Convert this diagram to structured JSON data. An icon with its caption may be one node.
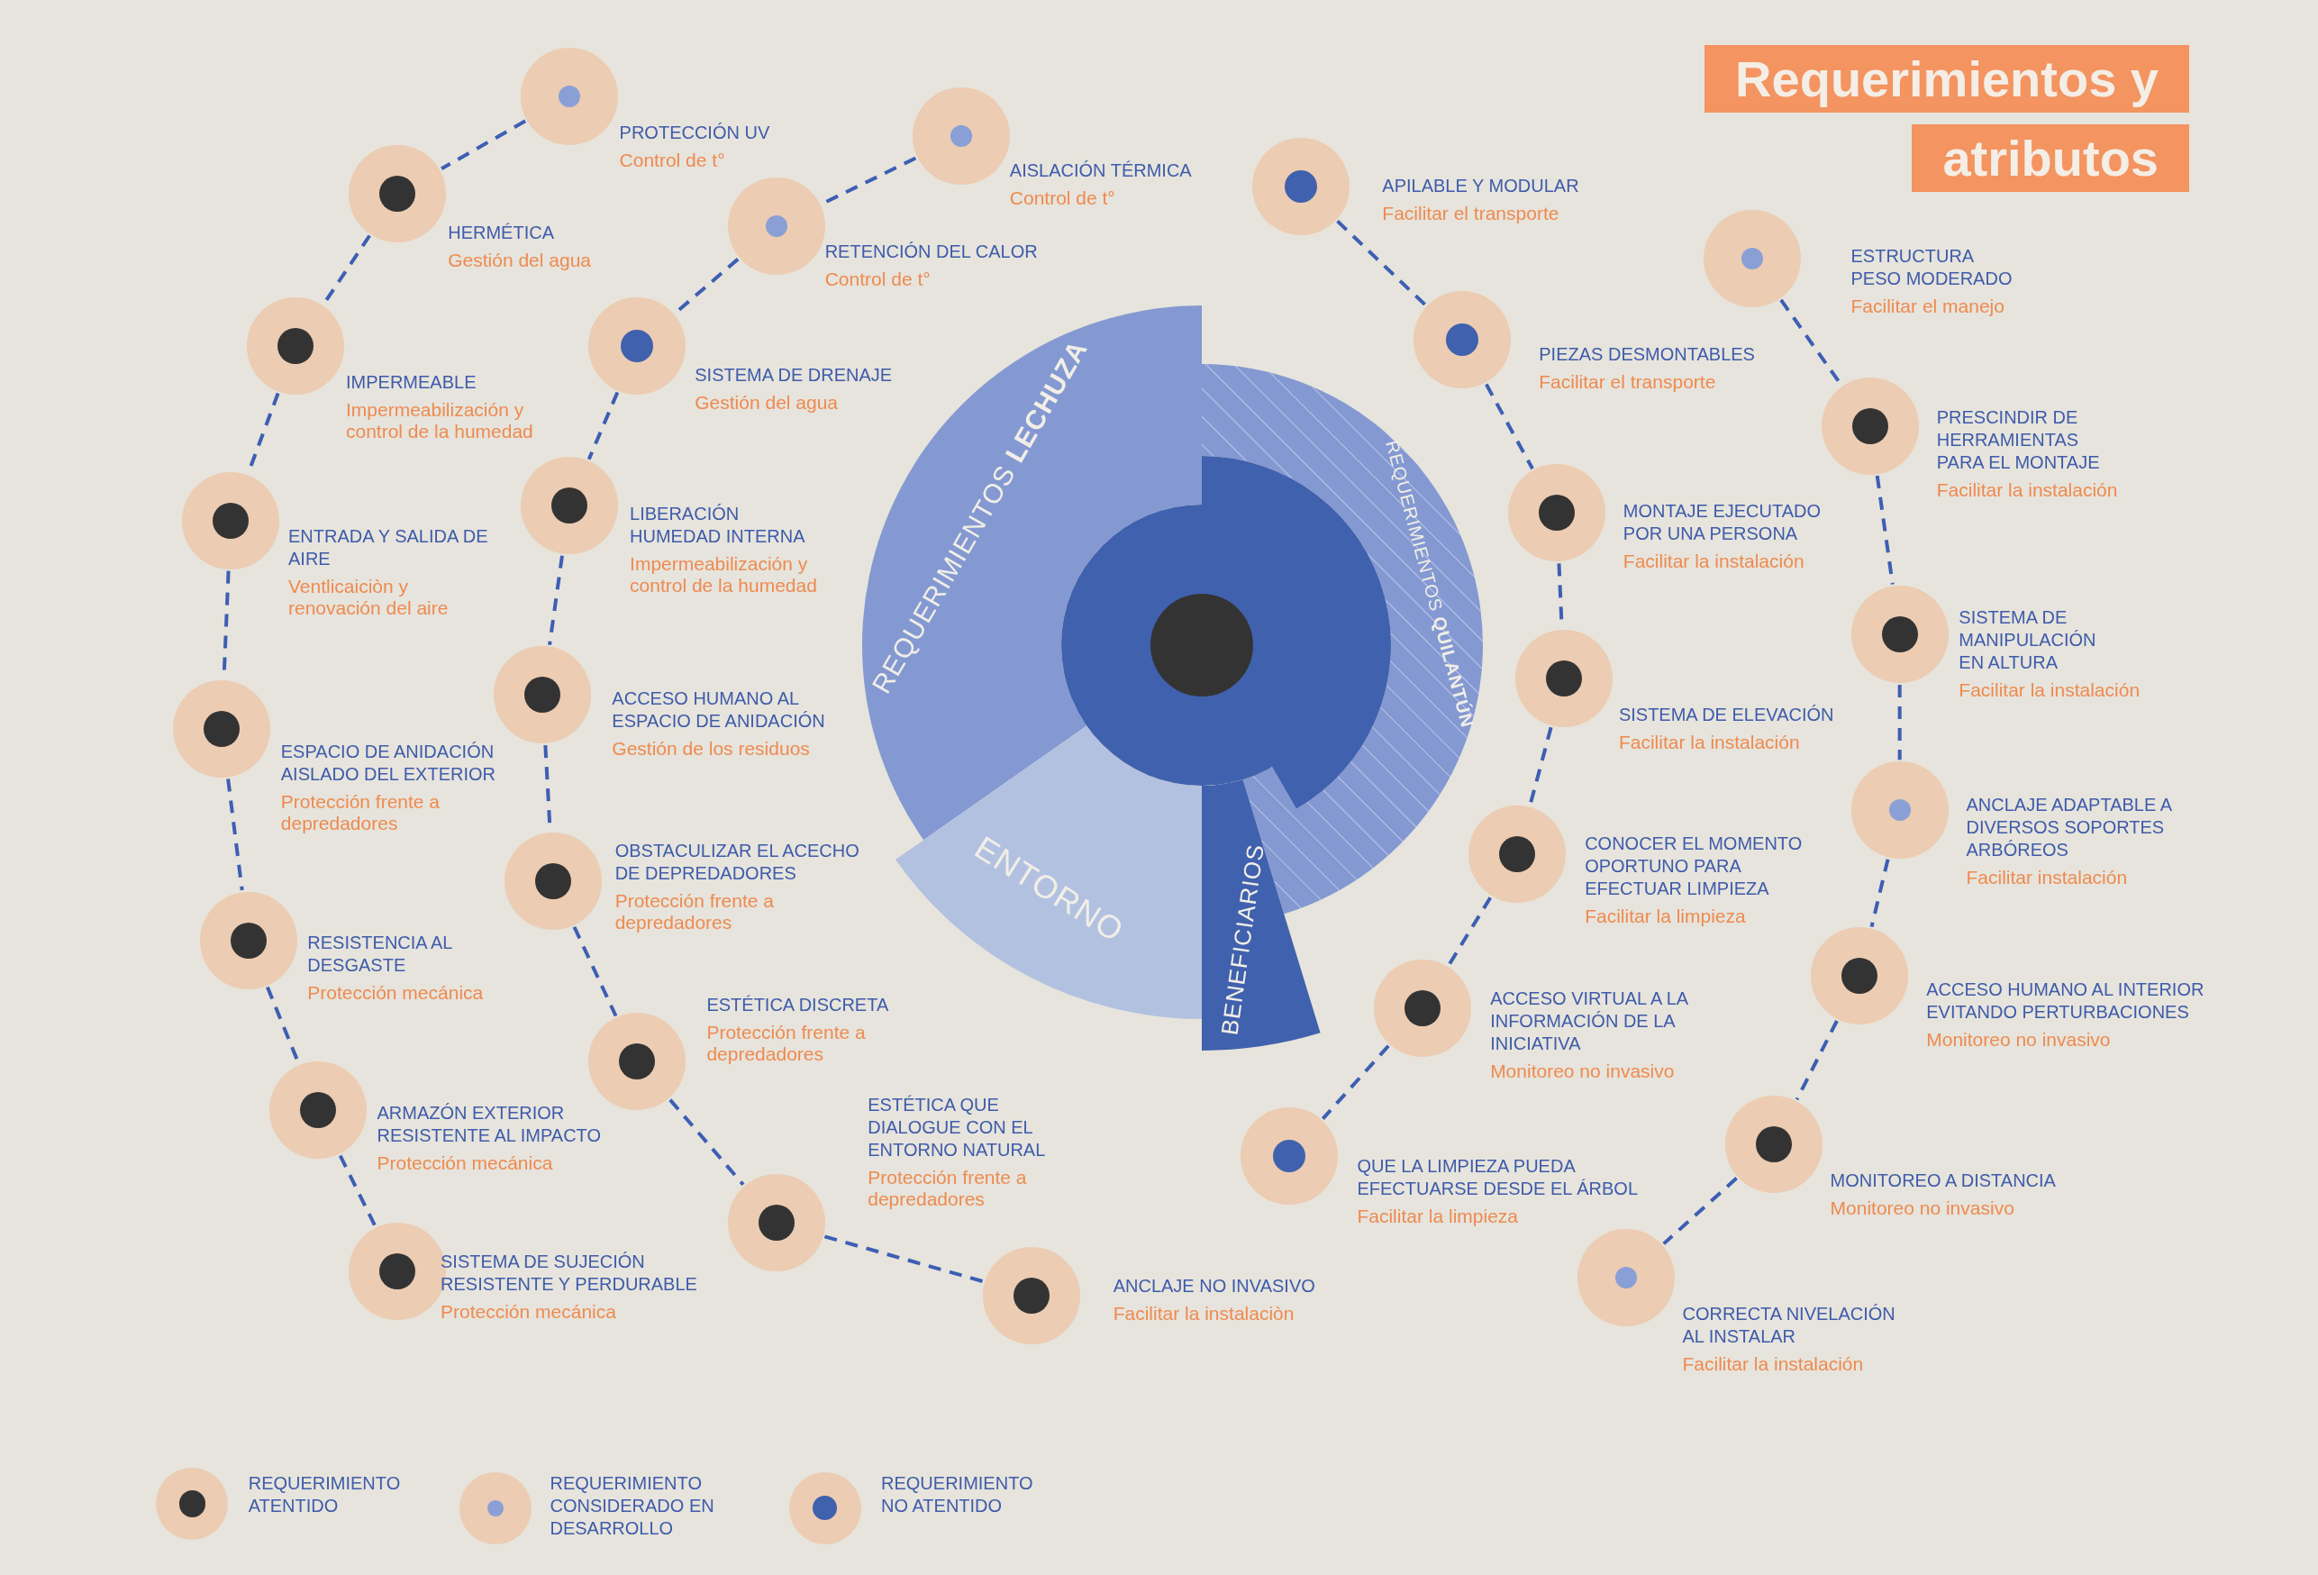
{
  "diagram": {
    "title": "Requerimientos y atributos",
    "nodes": [
      {
        "text": [],
        "shape": "circle",
        "beside": [
          "PROTECCIÓN UV",
          "Control de t°"
        ]
      },
      {
        "text": [],
        "shape": "circle",
        "beside": [
          "HERMÉTICA",
          "Gestión del agua"
        ]
      },
      {
        "text": [],
        "shape": "circle",
        "beside": [
          "IMPERMEABLE",
          "Impermeabilización y control de la humedad"
        ]
      },
      {
        "text": [],
        "shape": "circle",
        "beside": [
          "ENTRADA Y SALIDA DE AIRE",
          "Ventlicaiciòn y renovación del aire"
        ]
      },
      {
        "text": [],
        "shape": "circle",
        "beside": [
          "ESPACIO DE ANIDACIÓN AISLADO DEL EXTERIOR",
          "Protección frente a depredadores"
        ]
      },
      {
        "text": [],
        "shape": "circle",
        "beside": [
          "RESISTENCIA AL DESGASTE",
          "Protección mecánica"
        ]
      },
      {
        "text": [],
        "shape": "circle",
        "beside": [
          "ARMAZÓN EXTERIOR RESISTENTE AL IMPACTO",
          "Protección mecánica"
        ]
      },
      {
        "text": [],
        "shape": "circle",
        "beside": [
          "SISTEMA DE SUJECIÓN RESISTENTE Y PERDURABLE",
          "Protección mecánica"
        ]
      },
      {
        "text": [],
        "shape": "circle",
        "beside": [
          "AISLACIÓN TÉRMICA",
          "Control de t°"
        ]
      },
      {
        "text": [],
        "shape": "circle",
        "beside": [
          "RETENCIÓN DEL CALOR",
          "Control de t°"
        ]
      },
      {
        "text": [],
        "shape": "circle",
        "beside": [
          "SISTEMA DE DRENAJE",
          "Gestión del agua"
        ]
      },
      {
        "text": [],
        "shape": "circle",
        "beside": [
          "LIBERACIÓN HUMEDAD INTERNA",
          "Impermeabilización y control de la humedad"
        ]
      },
      {
        "text": [],
        "shape": "circle",
        "beside": [
          "ACCESO HUMANO AL ESPACIO DE ANIDACIÓN",
          "Gestión de los residuos"
        ]
      },
      {
        "text": [],
        "shape": "circle",
        "beside": [
          "OBSTACULIZAR EL ACECHO DE DEPREDADORES",
          "Protección frente a depredadores"
        ]
      },
      {
        "text": [],
        "shape": "circle",
        "beside": [
          "ESTÉTICA DISCRETA",
          "Protección frente a depredadores"
        ]
      },
      {
        "text": [],
        "shape": "circle",
        "beside": [
          "ESTÉTICA QUE DIALOGUE CON EL ENTORNO NATURAL",
          "Protección frente a depredadores"
        ]
      },
      {
        "text": [],
        "shape": "circle",
        "beside": [
          "ANCLAJE NO INVASIVO",
          "Facilitar la instalaciòn"
        ]
      },
      {
        "text": [],
        "shape": "circle",
        "beside": [
          "APILABLE Y MODULAR",
          "Facilitar el transporte"
        ]
      },
      {
        "text": [],
        "shape": "circle",
        "beside": [
          "PIEZAS DESMONTABLES",
          "Facilitar el transporte"
        ]
      },
      {
        "text": [],
        "shape": "circle",
        "beside": [
          "MONTAJE EJECUTADO POR UNA PERSONA",
          "Facilitar la instalación"
        ]
      },
      {
        "text": [],
        "shape": "circle",
        "beside": [
          "SISTEMA DE ELEVACIÓN",
          "Facilitar la instalación"
        ]
      },
      {
        "text": [],
        "shape": "circle",
        "beside": [
          "CONOCER EL MOMENTO OPORTUNO PARA EFECTUAR LIMPIEZA",
          "Facilitar la limpieza"
        ]
      },
      {
        "text": [],
        "shape": "circle",
        "beside": [
          "ACCESO VIRTUAL A LA INFORMACIÓN DE LA INICIATIVA",
          "Monitoreo no invasivo"
        ]
      },
      {
        "text": [],
        "shape": "circle",
        "beside": [
          "QUE LA LIMPIEZA PUEDA EFECTUARSE DESDE EL ÁRBOL",
          "Facilitar la limpieza"
        ]
      },
      {
        "text": [],
        "shape": "circle",
        "beside": [
          "ESTRUCTURA PESO MODERADO",
          "Facilitar el manejo"
        ]
      },
      {
        "text": [],
        "shape": "circle",
        "beside": [
          "PRESCINDIR DE HERRAMIENTAS PARA EL MONTAJE",
          "Facilitar la instalación"
        ]
      },
      {
        "text": [],
        "shape": "circle",
        "beside": [
          "SISTEMA DE MANIPULACIÓN EN ALTURA",
          "Facilitar la instalación"
        ]
      },
      {
        "text": [],
        "shape": "circle",
        "beside": [
          "ANCLAJE ADAPTABLE A DIVERSOS SOPORTES ARBÓREOS",
          "Facilitar instalación"
        ]
      },
      {
        "text": [],
        "shape": "circle",
        "beside": [
          "ACCESO HUMANO AL INTERIOR EVITANDO PERTURBACIONES",
          "Monitoreo no invasivo"
        ]
      },
      {
        "text": [],
        "shape": "circle",
        "beside": [
          "MONITOREO A DISTANCIA",
          "Monitoreo no invasivo"
        ]
      },
      {
        "text": [],
        "shape": "circle",
        "beside": [
          "CORRECTA NIVELACIÓN AL INSTALAR",
          "Facilitar la instalación"
        ]
      },
      {
        "text": [
          "REQUERIMIENTOS **LECHUZA**"
        ]
      },
      {
        "text": [
          "REQUERIMIENTOS **QUILANTÚN**"
        ]
      },
      {
        "text": [
          "ENTORNO"
        ]
      },
      {
        "text": [
          "BENEFICIARIOS"
        ]
      }
    ],
    "edges": [
      {
        "from": 0,
        "to": 1,
        "arrow": "none",
        "style": "dashed"
      },
      {
        "from": 1,
        "to": 2,
        "arrow": "none",
        "style": "dashed"
      },
      {
        "from": 2,
        "to": 3,
        "arrow": "none",
        "style": "dashed"
      },
      {
        "from": 3,
        "to": 4,
        "arrow": "none",
        "style": "dashed"
      },
      {
        "from": 4,
        "to": 5,
        "arrow": "none",
        "style": "dashed"
      },
      {
        "from": 5,
        "to": 6,
        "arrow": "none",
        "style": "dashed"
      },
      {
        "from": 6,
        "to": 7,
        "arrow": "none",
        "style": "dashed"
      },
      {
        "from": 8,
        "to": 9,
        "arrow": "none",
        "style": "dashed"
      },
      {
        "from": 9,
        "to": 10,
        "arrow": "none",
        "style": "dashed"
      },
      {
        "from": 10,
        "to": 11,
        "arrow": "none",
        "style": "dashed"
      },
      {
        "from": 11,
        "to": 12,
        "arrow": "none",
        "style": "dashed"
      },
      {
        "from": 12,
        "to": 13,
        "arrow": "none",
        "style": "dashed"
      },
      {
        "from": 13,
        "to": 14,
        "arrow": "none",
        "style": "dashed"
      },
      {
        "from": 14,
        "to": 15,
        "arrow": "none",
        "style": "dashed"
      },
      {
        "from": 15,
        "to": 16,
        "arrow": "none",
        "style": "dashed"
      },
      {
        "from": 17,
        "to": 18,
        "arrow": "none",
        "style": "dashed"
      },
      {
        "from": 18,
        "to": 19,
        "arrow": "none",
        "style": "dashed"
      },
      {
        "from": 19,
        "to": 20,
        "arrow": "none",
        "style": "dashed"
      },
      {
        "from": 20,
        "to": 21,
        "arrow": "none",
        "style": "dashed"
      },
      {
        "from": 21,
        "to": 22,
        "arrow": "none",
        "style": "dashed"
      },
      {
        "from": 22,
        "to": 23,
        "arrow": "none",
        "style": "dashed"
      },
      {
        "from": 24,
        "to": 25,
        "arrow": "none",
        "style": "dashed"
      },
      {
        "from": 25,
        "to": 26,
        "arrow": "none",
        "style": "dashed"
      },
      {
        "from": 26,
        "to": 27,
        "arrow": "none",
        "style": "dashed"
      },
      {
        "from": 27,
        "to": 28,
        "arrow": "none",
        "style": "dashed"
      },
      {
        "from": 28,
        "to": 29,
        "arrow": "none",
        "style": "dashed"
      },
      {
        "from": 29,
        "to": 30,
        "arrow": "none",
        "style": "dashed"
      }
    ],
    "legend": [
      {
        "text": "REQUERIMIENTO ATENTIDO"
      },
      {
        "text": "REQUERIMIENTO CONSIDERADO EN DESARROLLO"
      },
      {
        "text": "REQUERIMIENTO NO ATENTIDO"
      }
    ]
  }
}
